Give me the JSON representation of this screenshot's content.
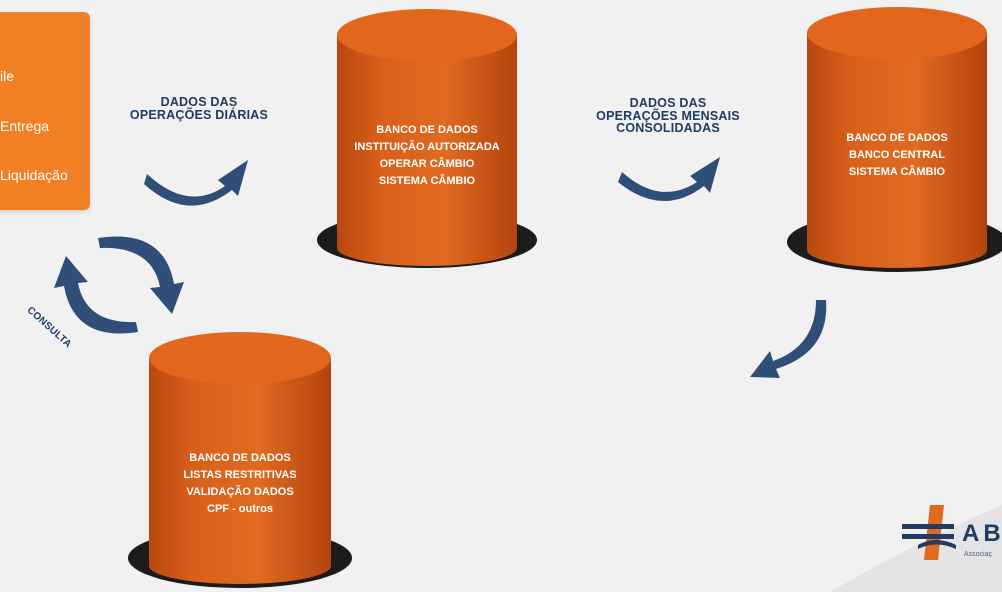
{
  "process_box": {
    "items": [
      "ile",
      "Entrega",
      "Liquidação"
    ]
  },
  "labels": {
    "daily_ops": [
      "DADOS DAS",
      "OPERAÇÕES DIÁRIAS"
    ],
    "monthly_ops": [
      "DADOS DAS",
      "OPERAÇÕES MENSAIS",
      "CONSOLIDADAS"
    ],
    "consulta": "CONSULTA"
  },
  "databases": {
    "institution": [
      "BANCO DE DADOS",
      "INSTITUIÇÃO AUTORIZADA",
      "OPERAR CÂMBIO",
      "SISTEMA CÂMBIO"
    ],
    "central_bank": [
      "BANCO DE DADOS",
      "BANCO CENTRAL",
      "SISTEMA  CÂMBIO"
    ],
    "restrictive": [
      "BANCO DE DADOS",
      "LISTAS RESTRITIVAS",
      "VALIDAÇÃO DADOS",
      "CPF - outros"
    ]
  },
  "logo": {
    "text": "AB",
    "subtitle": "Associaç"
  },
  "colors": {
    "orange": "#d9601a",
    "box_orange": "#f08023",
    "arrow_blue": "#2f4f78",
    "label_navy": "#1e3c64",
    "base_dark": "#1c1c1c"
  },
  "icons": {
    "arrow": "curved-arrow-icon",
    "cycle": "cycle-arrows-icon",
    "logo": "abecip-logo-icon"
  }
}
